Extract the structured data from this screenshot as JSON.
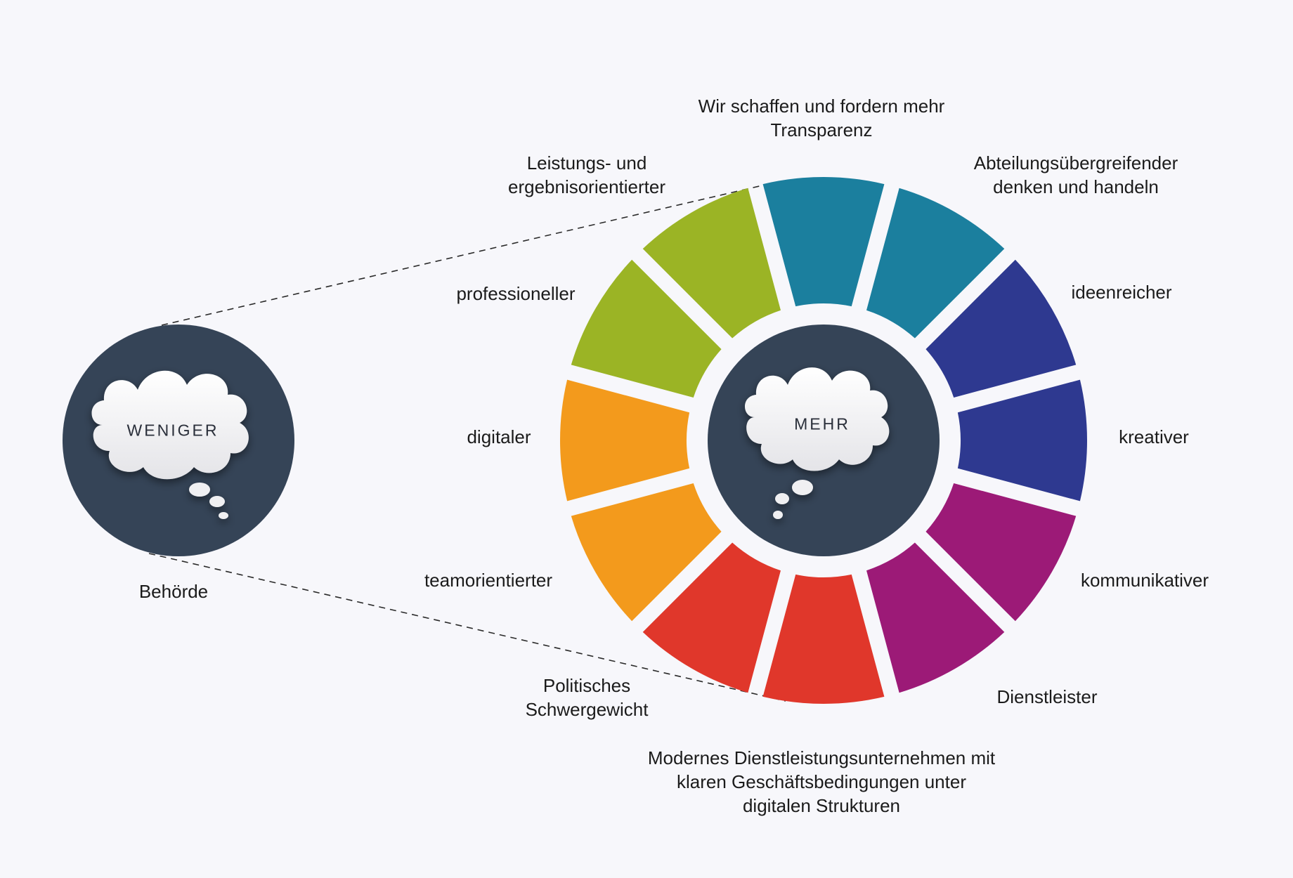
{
  "left_circle": {
    "cloud_text": "WENIGER",
    "caption": "Behörde",
    "color": "#354457"
  },
  "center_circle": {
    "cloud_text": "MEHR",
    "color": "#354457"
  },
  "wheel": {
    "segments": [
      {
        "label": "Wir schaffen und fordern mehr Transparenz",
        "color": "#1b7f9e"
      },
      {
        "label": "Abteilungsübergreifender denken und handeln",
        "color": "#1b7f9e"
      },
      {
        "label": "ideenreicher",
        "color": "#2e3990"
      },
      {
        "label": "kreativer",
        "color": "#2e3990"
      },
      {
        "label": "kommunikativer",
        "color": "#9c1a77"
      },
      {
        "label": "Dienstleister",
        "color": "#9c1a77"
      },
      {
        "label": "Modernes Dienstleistungsunternehmen mit klaren Geschäftsbedingungen unter digitalen Strukturen",
        "color": "#e0372b"
      },
      {
        "label": "Politisches Schwergewicht",
        "color": "#e0372b"
      },
      {
        "label": "teamorientierter",
        "color": "#f39a1c"
      },
      {
        "label": "digitaler",
        "color": "#f39a1c"
      },
      {
        "label": "professioneller",
        "color": "#9bb425"
      },
      {
        "label": "Leistungs- und ergebnisorientierter",
        "color": "#9bb425"
      }
    ]
  },
  "labels": {
    "l0": [
      "Wir schaffen und fordern mehr",
      "Transparenz"
    ],
    "l1": [
      "Abteilungsübergreifender",
      "denken und handeln"
    ],
    "l2": [
      "ideenreicher"
    ],
    "l3": [
      "kreativer"
    ],
    "l4": [
      "kommunikativer"
    ],
    "l5": [
      "Dienstleister"
    ],
    "l6": [
      "Modernes Dienstleistungsunternehmen mit",
      "klaren Geschäftsbedingungen unter",
      "digitalen Strukturen"
    ],
    "l7": [
      "Politisches",
      "Schwergewicht"
    ],
    "l8": [
      "teamorientierter"
    ],
    "l9": [
      "digitaler"
    ],
    "l10": [
      "professioneller"
    ],
    "l11": [
      "Leistungs- und",
      "ergebnisorientierter"
    ]
  }
}
